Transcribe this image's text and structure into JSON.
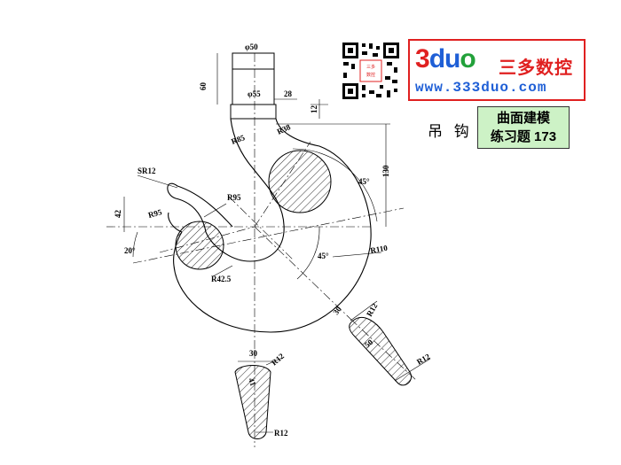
{
  "header": {
    "logo": {
      "three": "3",
      "d": "d",
      "u": "u",
      "o": "o",
      "brand_cn": "三多数控",
      "url": "www.333duo.com"
    },
    "qr_caption": "三多数控",
    "part_name": "吊 钩",
    "title_line1": "曲面建模",
    "title_line2": "练习题 173"
  },
  "dimensions": {
    "phi50": "φ50",
    "phi55": "φ55",
    "d60": "60",
    "d28": "28",
    "d12": "12",
    "r38": "R38",
    "r85": "R85",
    "d130": "130",
    "a45_top": "45°",
    "sr12": "SR12",
    "r95_left": "R95",
    "r95_mid": "R95",
    "d42": "42",
    "a20": "20°",
    "r110": "R110",
    "a45_mid": "45°",
    "r42_5": "R42.5",
    "d30_right": "30",
    "r12_right_top": "R12",
    "d50": "50",
    "r12_right_bottom": "R12",
    "d30_bottom": "30",
    "r12_bottom_top": "R12",
    "d41": "41",
    "r12_bottom": "R12"
  },
  "colors": {
    "brand_red": "#e02020",
    "brand_blue": "#1f5fd6",
    "brand_green": "#22a13a",
    "title_bg": "#cdf2c6"
  }
}
